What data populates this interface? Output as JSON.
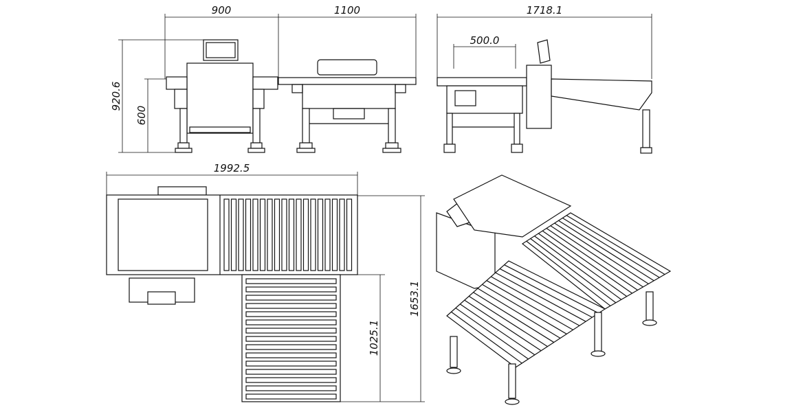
{
  "dimensions": {
    "front_width": "900",
    "side_width": "1100",
    "overall_length": "1718.1",
    "infeed_length": "500.0",
    "total_height": "920.6",
    "conveyor_height": "600",
    "top_length": "1992.5",
    "top_depth": "1653.1",
    "reject_length": "1025.1"
  }
}
